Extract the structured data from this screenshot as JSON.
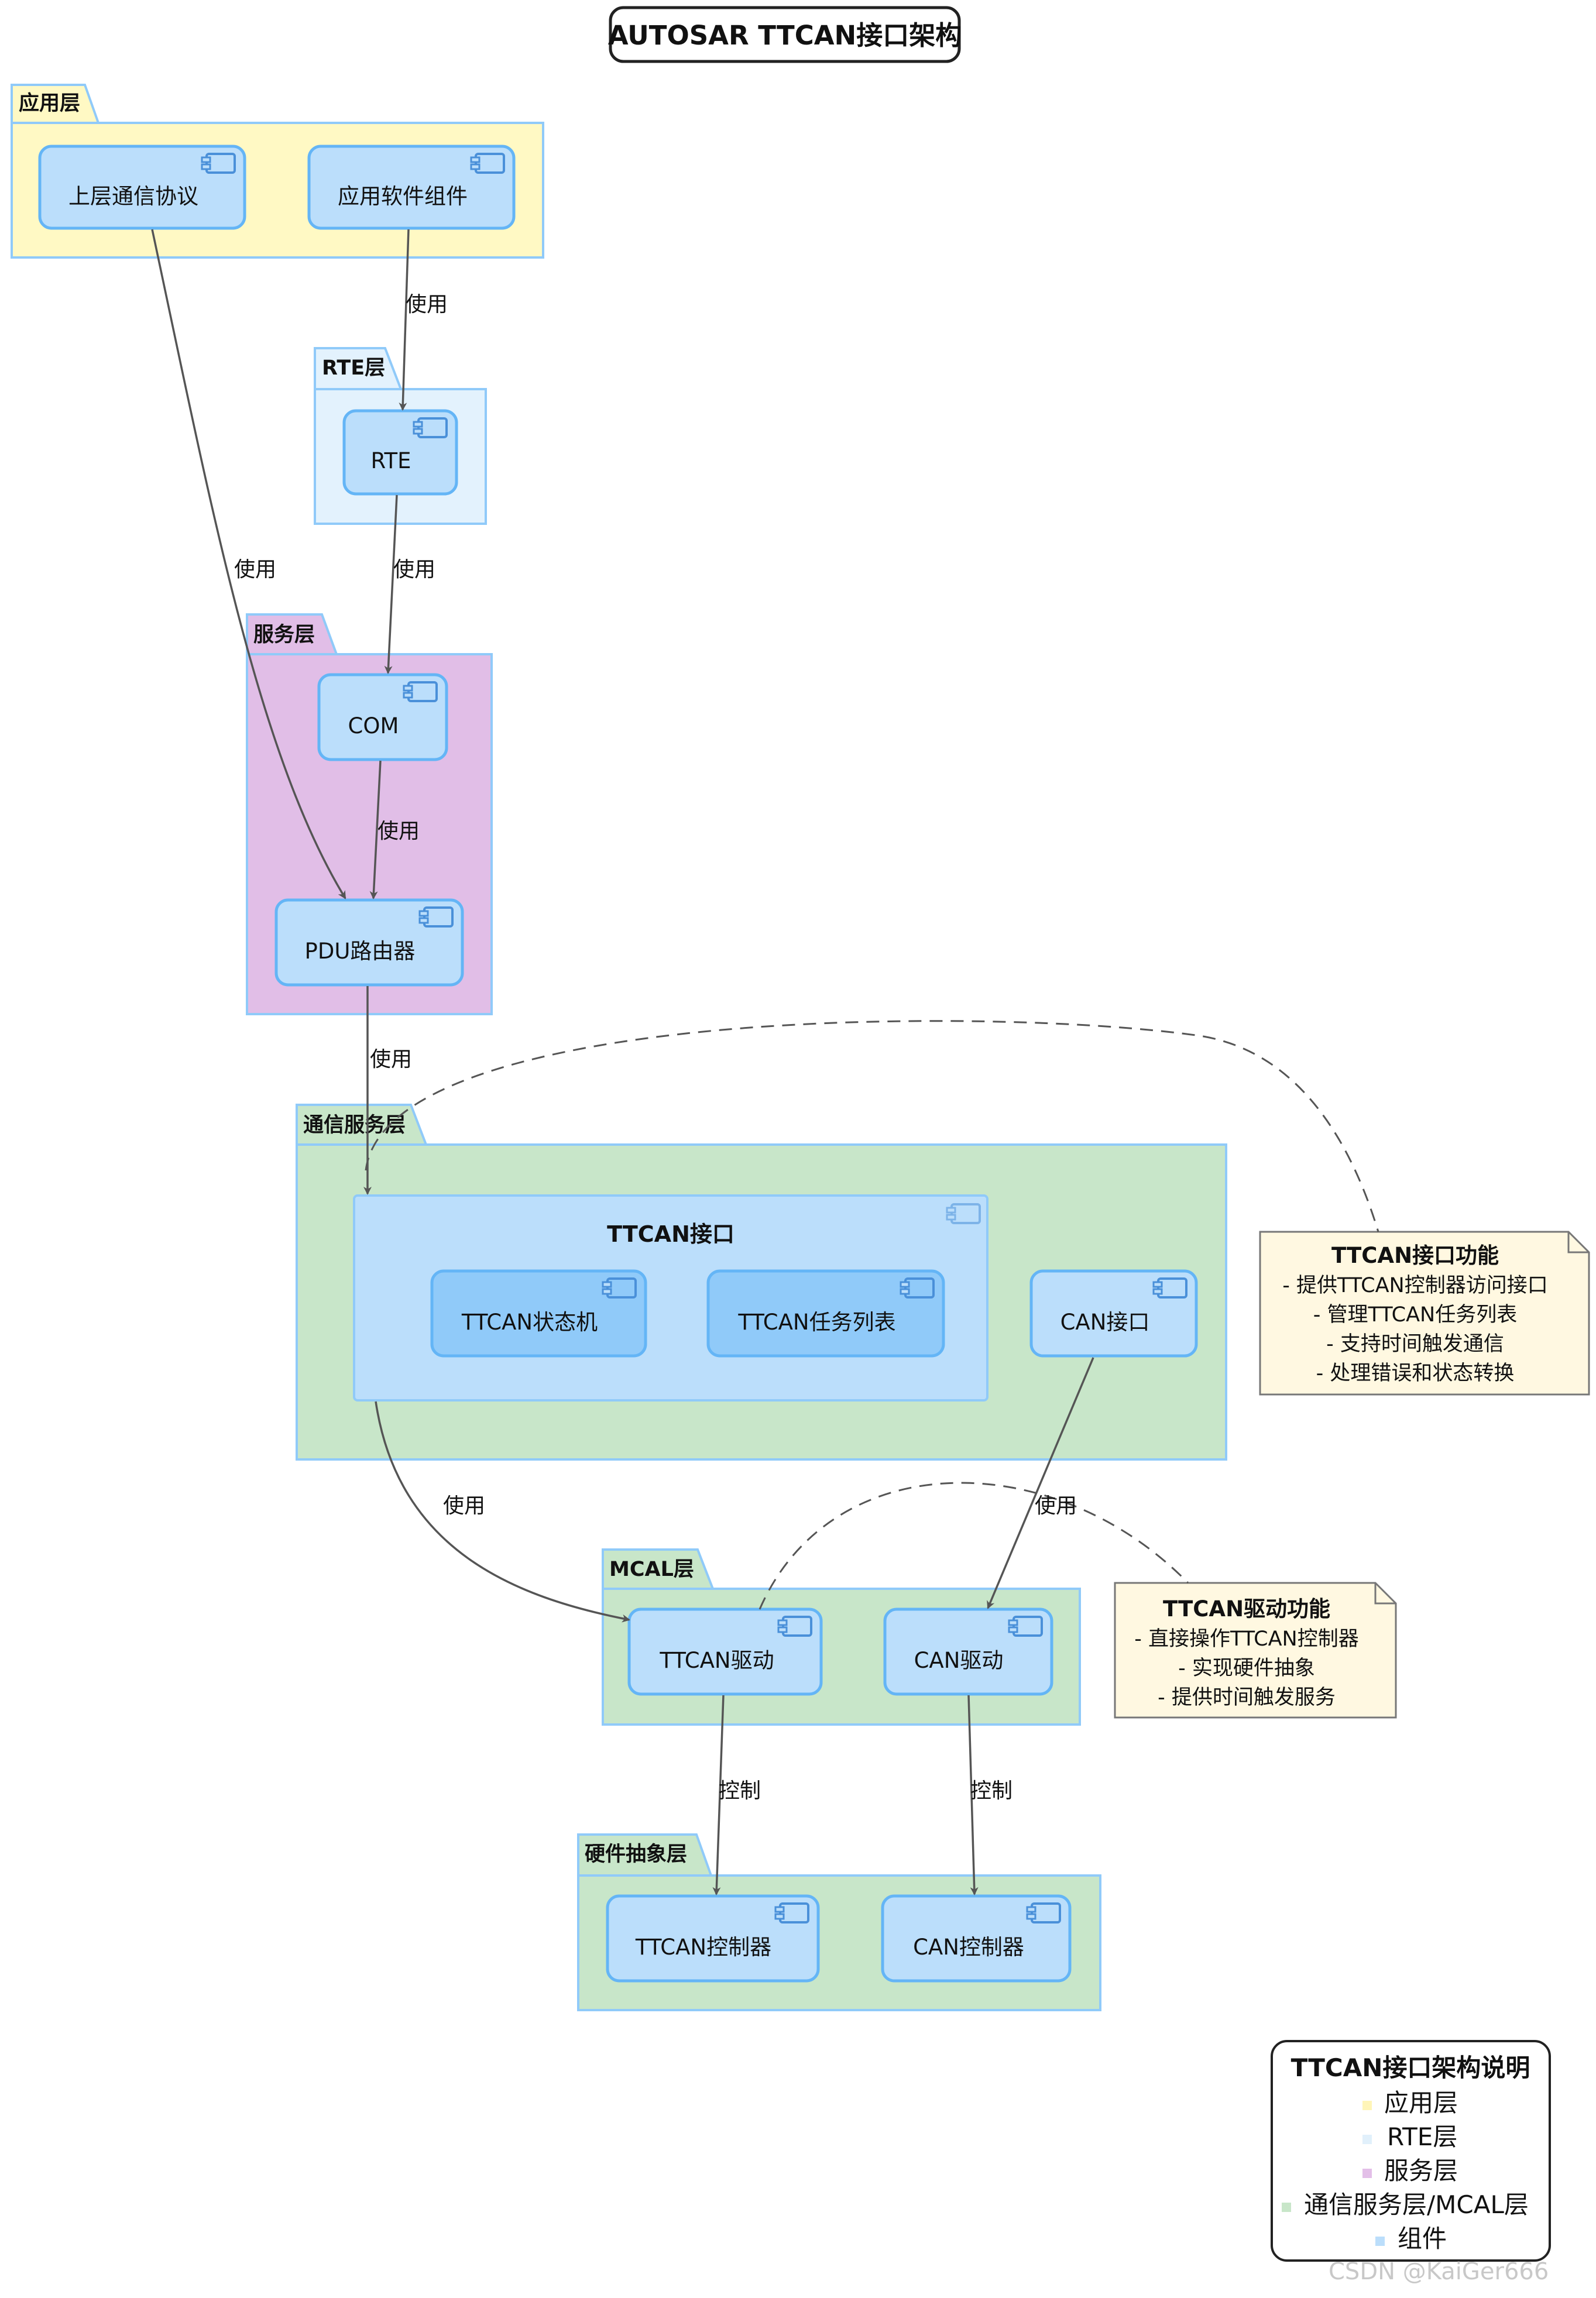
{
  "title": "AUTOSAR TTCAN接口架构",
  "packages": {
    "app": "应用层",
    "rte": "RTE层",
    "service": "服务层",
    "comm": "通信服务层",
    "mcal": "MCAL层",
    "hw": "硬件抽象层"
  },
  "components": {
    "upper_proto": "上层通信协议",
    "app_swc": "应用软件组件",
    "rte": "RTE",
    "com": "COM",
    "pdur": "PDU路由器",
    "ttcan_if": "TTCAN接口",
    "ttcan_sm": "TTCAN状态机",
    "ttcan_tasks": "TTCAN任务列表",
    "can_if": "CAN接口",
    "ttcan_drv": "TTCAN驱动",
    "can_drv": "CAN驱动",
    "ttcan_ctrl": "TTCAN控制器",
    "can_ctrl": "CAN控制器"
  },
  "edge_labels": {
    "use": "使用",
    "control": "控制"
  },
  "notes": {
    "if_note": {
      "title": "TTCAN接口功能",
      "lines": [
        "- 提供TTCAN控制器访问接口",
        "- 管理TTCAN任务列表",
        "- 支持时间触发通信",
        "- 处理错误和状态转换"
      ]
    },
    "drv_note": {
      "title": "TTCAN驱动功能",
      "lines": [
        "- 直接操作TTCAN控制器",
        "- 实现硬件抽象",
        "- 提供时间触发服务"
      ]
    }
  },
  "legend": {
    "title": "TTCAN接口架构说明",
    "items": [
      {
        "label": "应用层",
        "color": "#fff5b8"
      },
      {
        "label": "RTE层",
        "color": "#e1f0fb"
      },
      {
        "label": "服务层",
        "color": "#e3bfe8"
      },
      {
        "label": "通信服务层/MCAL层",
        "color": "#c8e6c9"
      },
      {
        "label": "组件",
        "color": "#bbdefb"
      }
    ]
  },
  "watermark": "CSDN @KaiGer666",
  "colors": {
    "app_bg": "#fff9c4",
    "rte_bg": "#e3f2fd",
    "service_bg": "#e1bee7",
    "comm_bg": "#c8e6c9",
    "component": "#bbdefb",
    "component_dark": "#90caf9",
    "border": "#64b5f6",
    "note_bg": "#fff8e1"
  }
}
